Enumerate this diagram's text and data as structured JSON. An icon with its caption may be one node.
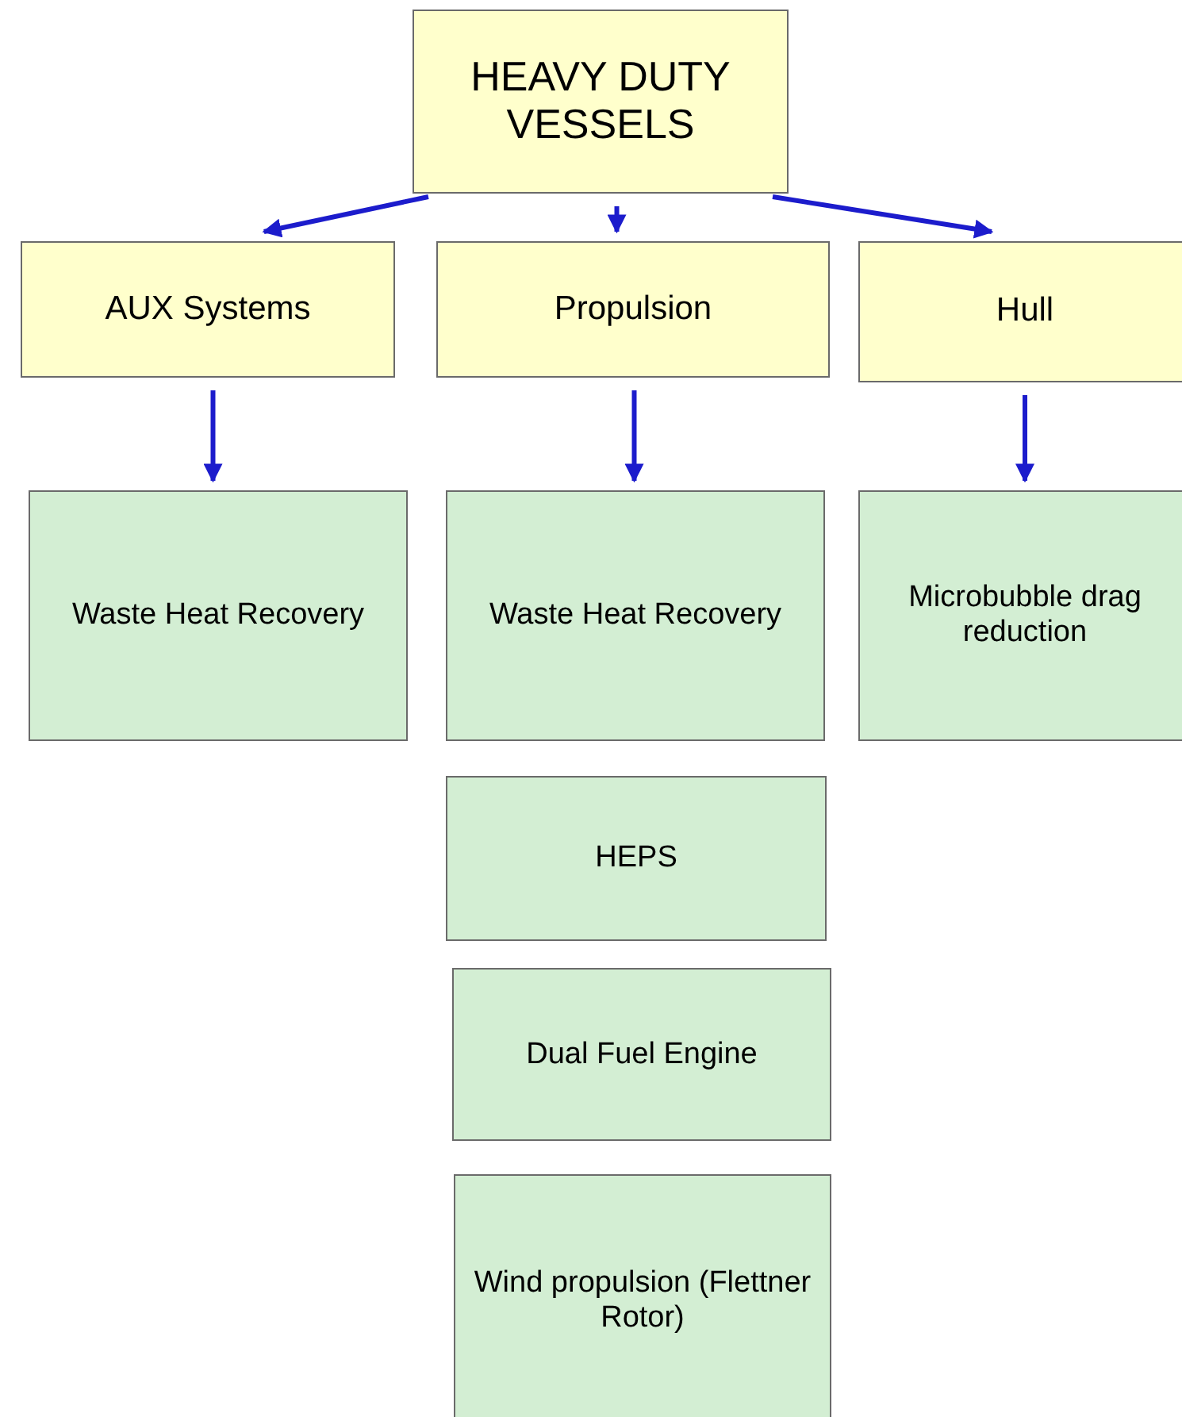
{
  "diagram": {
    "nodes": [
      {
        "text": [
          "HEAVY DUTY VESSELS"
        ]
      },
      {
        "text": [
          "AUX Systems"
        ]
      },
      {
        "text": [
          "Propulsion"
        ]
      },
      {
        "text": [
          "Hull"
        ]
      },
      {
        "text": [
          "Waste Heat Recovery"
        ]
      },
      {
        "text": [
          "Waste Heat Recovery"
        ]
      },
      {
        "text": [
          "Microbubble drag reduction"
        ]
      },
      {
        "text": [
          "HEPS"
        ]
      },
      {
        "text": [
          "Dual Fuel Engine"
        ]
      },
      {
        "text": [
          "Wind propulsion (Flettner Rotor)"
        ]
      }
    ],
    "edges": [
      {
        "from": 0,
        "to": 1,
        "arrow": "to"
      },
      {
        "from": 0,
        "to": 2,
        "arrow": "to"
      },
      {
        "from": 0,
        "to": 3,
        "arrow": "to"
      },
      {
        "from": 1,
        "to": 4,
        "arrow": "to"
      },
      {
        "from": 2,
        "to": 5,
        "arrow": "to"
      },
      {
        "from": 3,
        "to": 6,
        "arrow": "to"
      }
    ]
  }
}
